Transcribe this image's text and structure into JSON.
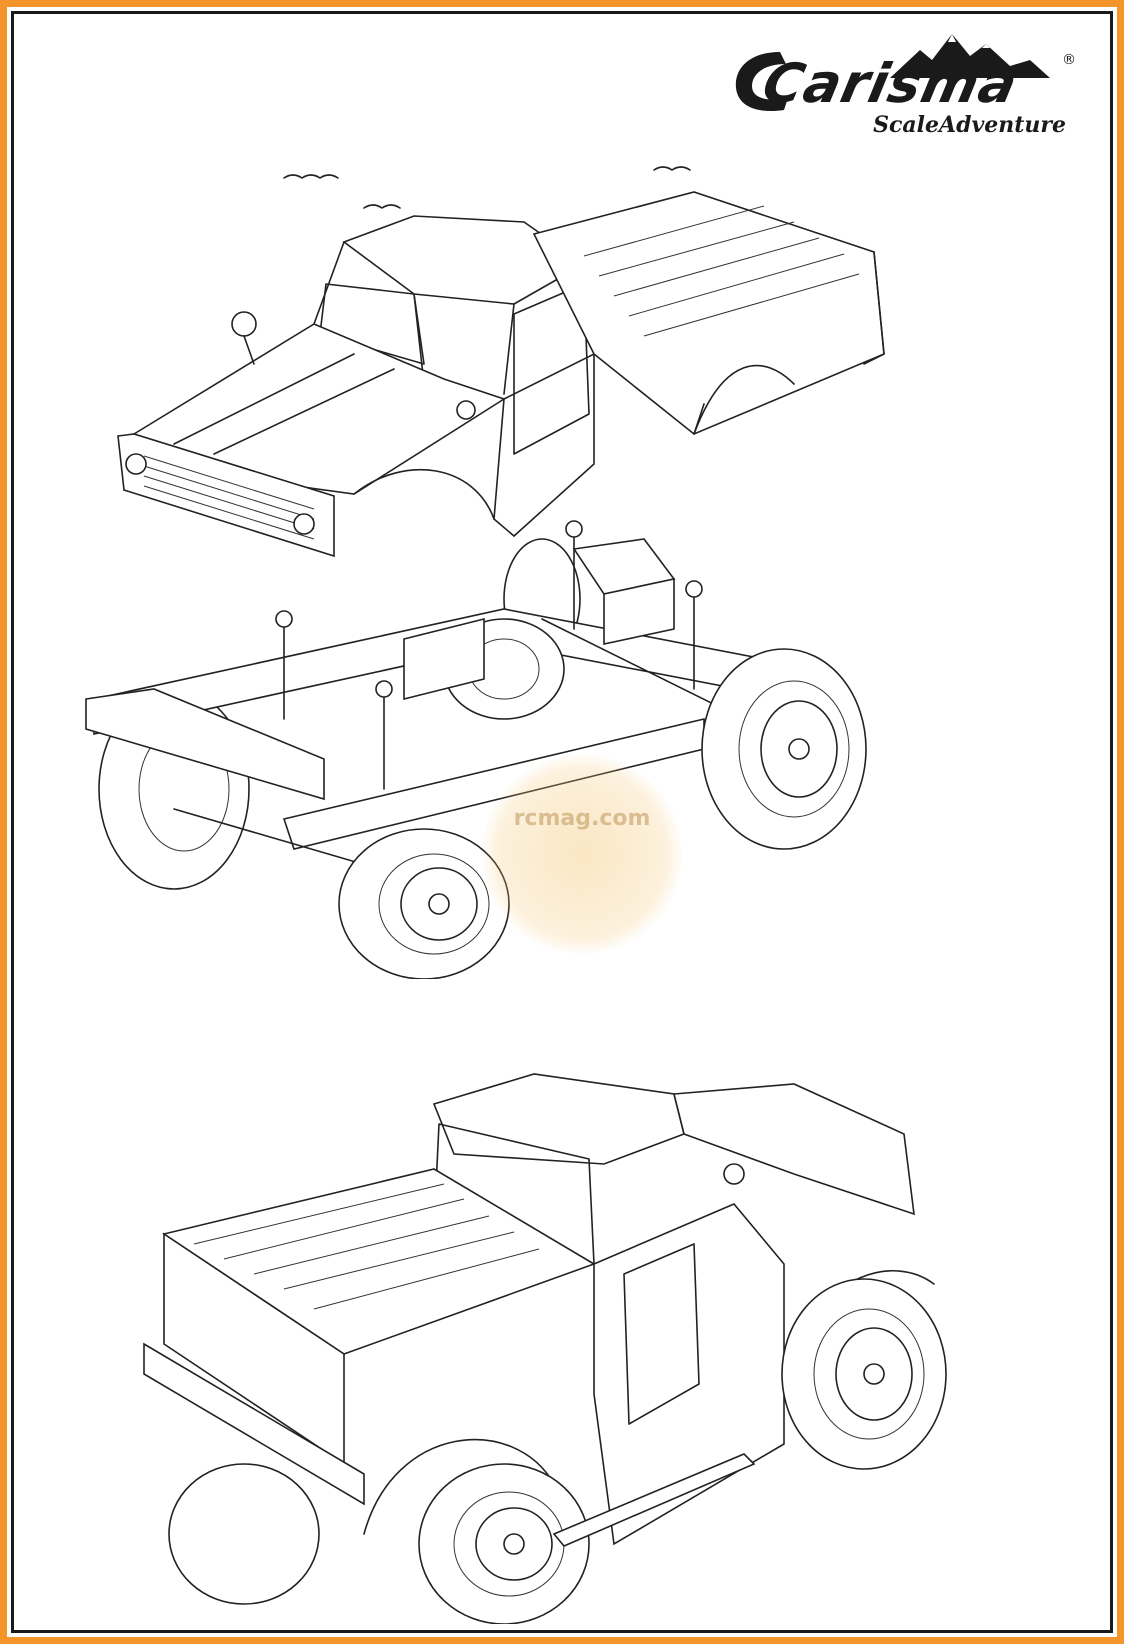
{
  "logo": {
    "brand": "Carisma",
    "registered_mark": "®",
    "tagline": "ScaleAdventure"
  },
  "watermark": {
    "text": "rcmag.com"
  },
  "drawings": [
    {
      "name": "body-shell",
      "caption": ""
    },
    {
      "name": "chassis",
      "caption": ""
    },
    {
      "name": "assembled-truck",
      "caption": ""
    }
  ],
  "colors": {
    "frame_outer": "#f3952b",
    "frame_inner": "#1a1a1a",
    "line_art": "#222222"
  }
}
